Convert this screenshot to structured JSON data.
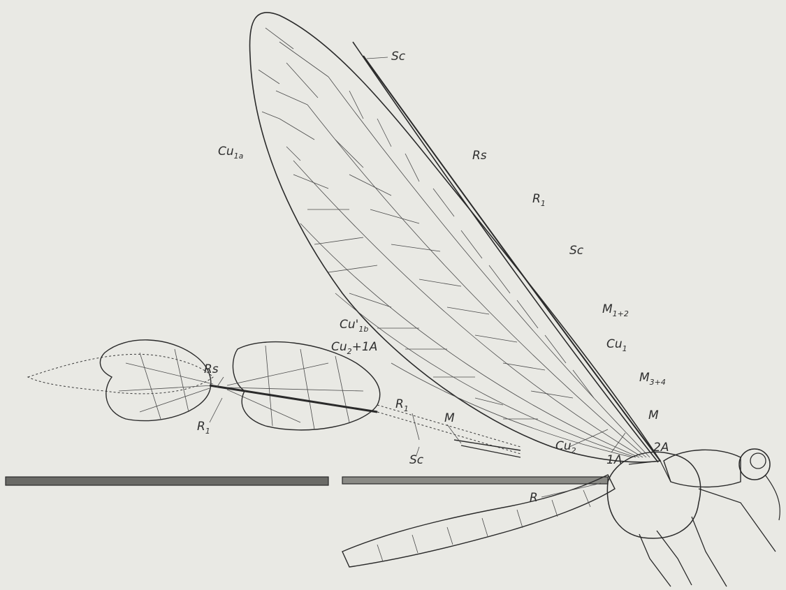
{
  "labels": {
    "sc_top": "Sc",
    "rs_fore": "Rs",
    "cu1a": "Cu",
    "cu1a_sub": "1a",
    "r1_fore": "R",
    "r1_fore_sub": "1",
    "sc_mid": "Sc",
    "m12": "M",
    "m12_sub": "1+2",
    "cu1": "Cu",
    "cu1_sub": "1",
    "m34": "M",
    "m34_sub": "3+4",
    "m": "M",
    "a2": "2A",
    "cu2": "Cu",
    "cu2_sub": "2",
    "a1": "1A",
    "r_main": "R",
    "cu1b": "Cu'",
    "cu1b_sub": "1b",
    "cu2_1a": "Cu",
    "cu2_1a_sub": "2",
    "cu2_1a_rest": "+1A",
    "rs_hind": "Rs",
    "r1_hind": "R",
    "r1_hind_sub": "1",
    "r1_hind2": "R",
    "r1_hind2_sub": "1",
    "m_hind": "M",
    "sc_hind": "Sc"
  },
  "colors": {
    "paper": "#e9e9e4",
    "ink": "#2a2a2a"
  }
}
